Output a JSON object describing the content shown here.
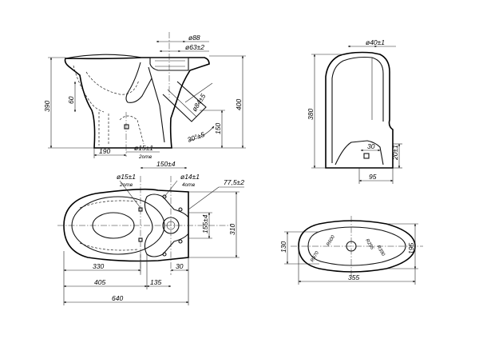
{
  "side_view": {
    "dims": {
      "d88": "ø88",
      "d63": "ø63±2",
      "h60": "60",
      "h390": "390",
      "d84": "ø84±5",
      "h400": "400",
      "h150": "150",
      "a30": "30°±5",
      "w190": "190",
      "d15": "ø15±1",
      "holes": "2отв"
    }
  },
  "section_view": {
    "dims": {
      "d40": "ø40±1",
      "h380": "380",
      "w30": "30",
      "h20": "20±1",
      "w95": "95"
    }
  },
  "plan_view": {
    "dims": {
      "w150": "150±4",
      "d15": "ø15±1",
      "holes2": "2отв",
      "d14": "ø14±1",
      "holes4": "4отв",
      "w775": "77,5±2",
      "h155": "155±4",
      "h310": "310",
      "w330": "330",
      "w30": "30",
      "w405": "405",
      "w135": "135",
      "w640": "640"
    }
  },
  "cistern_plan_view": {
    "dims": {
      "h130": "130",
      "r370": "R370",
      "r600": "R600",
      "r255": "R255",
      "r390": "R390",
      "h195": "195",
      "w355": "355"
    }
  }
}
